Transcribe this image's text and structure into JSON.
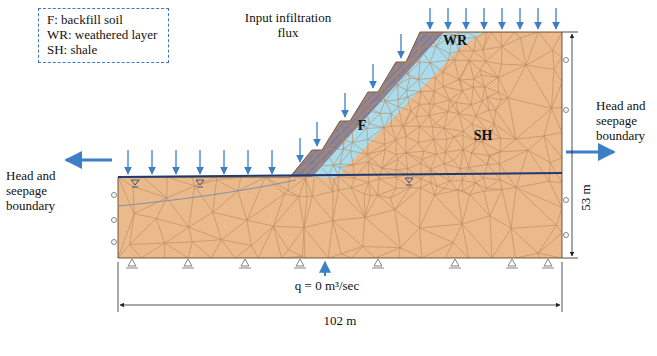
{
  "diagram": {
    "nodes": [
      {
        "text": [
          "F: backfill soil",
          "WR: weathered layer",
          "SH: shale"
        ]
      }
    ],
    "labels": [
      "Input infiltration flux",
      "WR",
      "F",
      "SH",
      "Head and seepage boundary",
      "Head and seepage boundary",
      "53 m",
      "q = 0 m³/sec",
      "102 m"
    ]
  }
}
